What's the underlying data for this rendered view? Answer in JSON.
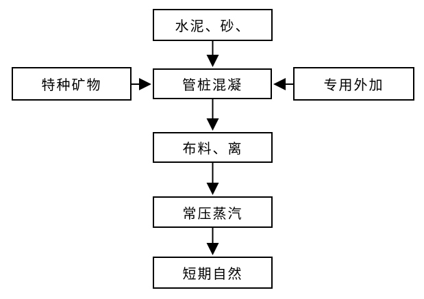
{
  "diagram": {
    "title": "pipe-pile-production-flowchart",
    "nodes": [
      {
        "id": "materials",
        "label": "水泥、砂、"
      },
      {
        "id": "special-minerals",
        "label": "特种矿物"
      },
      {
        "id": "pipe-pile-concrete",
        "label": "管桩混凝"
      },
      {
        "id": "special-admixture",
        "label": "专用外加"
      },
      {
        "id": "distributing",
        "label": "布料、离"
      },
      {
        "id": "steam-curing",
        "label": "常压蒸汽"
      },
      {
        "id": "natural-curing",
        "label": "短期自然"
      }
    ],
    "edges": [
      {
        "from": "materials",
        "to": "pipe-pile-concrete",
        "direction": "down"
      },
      {
        "from": "special-minerals",
        "to": "pipe-pile-concrete",
        "direction": "right"
      },
      {
        "from": "special-admixture",
        "to": "pipe-pile-concrete",
        "direction": "left"
      },
      {
        "from": "pipe-pile-concrete",
        "to": "distributing",
        "direction": "down"
      },
      {
        "from": "distributing",
        "to": "steam-curing",
        "direction": "down"
      },
      {
        "from": "steam-curing",
        "to": "natural-curing",
        "direction": "down"
      }
    ],
    "colors": {
      "line": "#000000",
      "box_border": "#000000",
      "box_fill": "#ffffff",
      "background": "#ffffff",
      "text": "#000000"
    }
  }
}
